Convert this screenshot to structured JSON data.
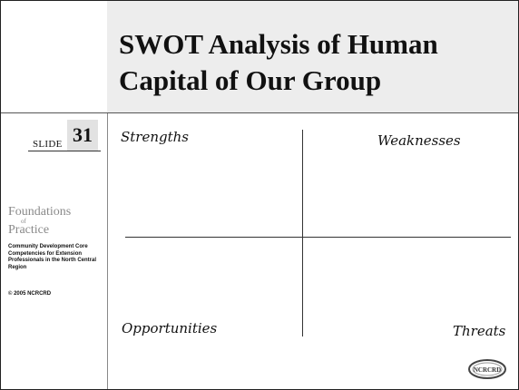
{
  "slide": {
    "title": "SWOT Analysis of Human Capital of Our Group",
    "slide_label": "SLIDE",
    "slide_number": "31"
  },
  "sidebar": {
    "logo_line1": "Foundations",
    "logo_of": "of",
    "logo_line2": "Practice",
    "description": "Community Development Core Competencies for Extension Professionals in the North Central Region",
    "copyright": "© 2005 NCRCRD"
  },
  "swot": {
    "strengths": "Strengths",
    "weaknesses": "Weaknesses",
    "opportunities": "Opportunities",
    "threats": "Threats"
  },
  "badge_text": "NCRCRD",
  "colors": {
    "header_bg": "#ededed",
    "text": "#111111",
    "logo_gray": "#8a8a8a"
  }
}
